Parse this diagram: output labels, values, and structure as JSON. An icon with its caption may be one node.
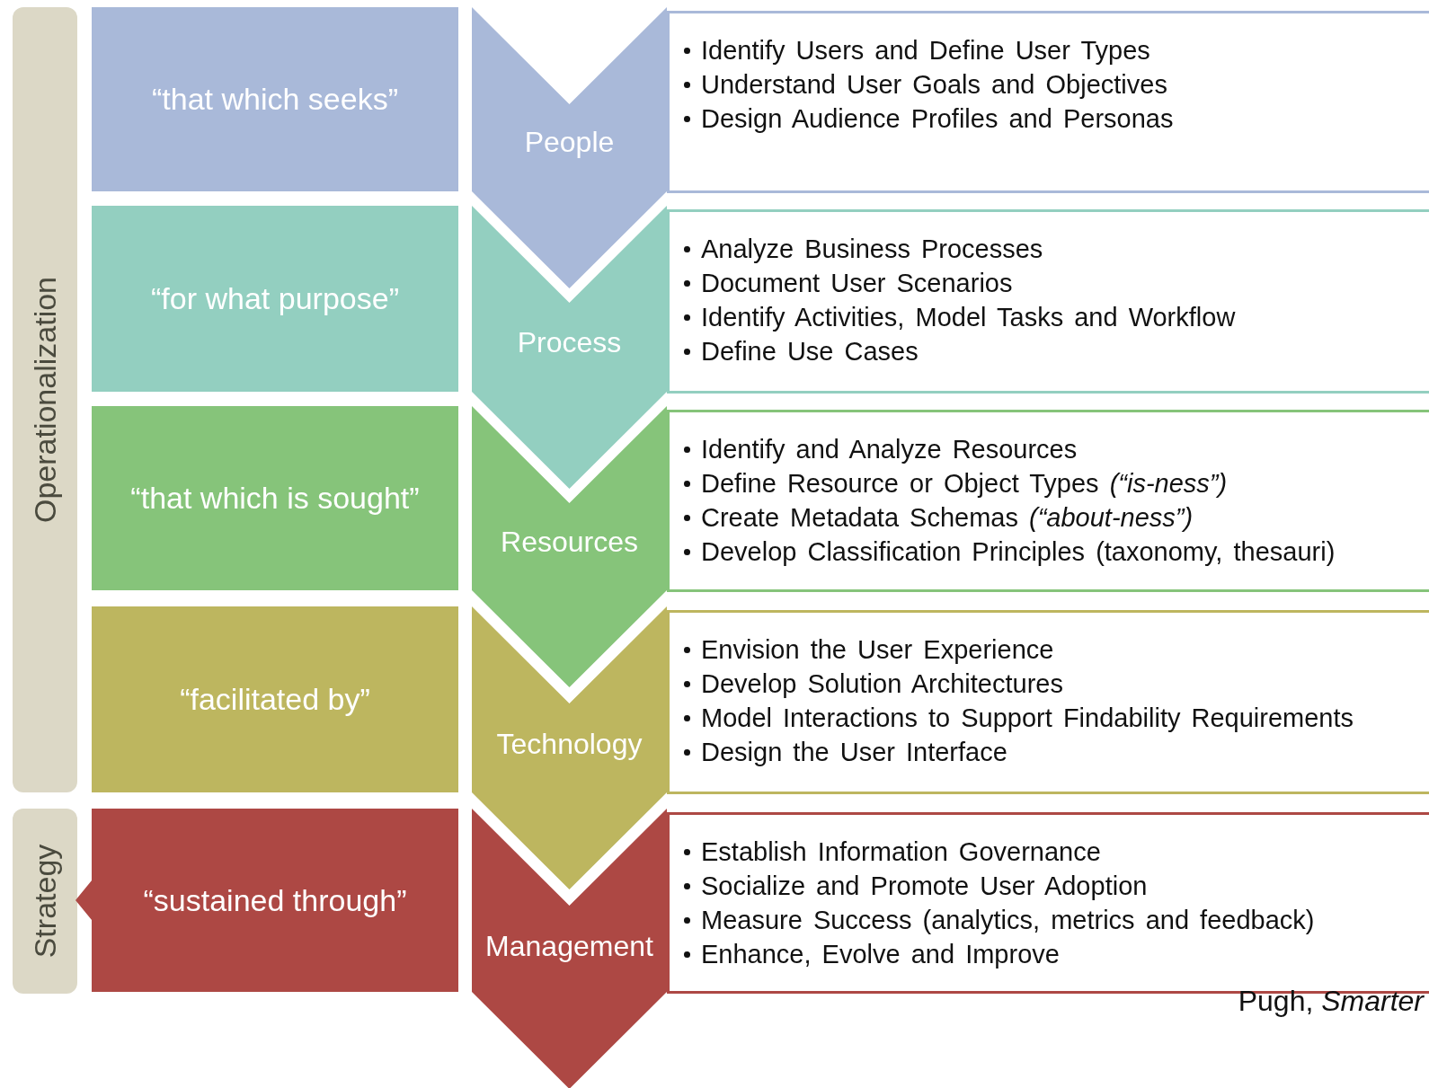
{
  "diagram": {
    "nodes": [
      {
        "text": [
          "Operationalization"
        ]
      },
      {
        "text": [
          "Strategy"
        ]
      },
      {
        "text": [
          "“that which seeks”"
        ]
      },
      {
        "text": [
          "People"
        ]
      },
      {
        "text": [
          "Identify Users and Define User Types",
          "Understand User Goals and Objectives",
          "Design Audience Profiles and Personas"
        ]
      },
      {
        "text": [
          "“for what purpose”"
        ]
      },
      {
        "text": [
          "Process"
        ]
      },
      {
        "text": [
          "Analyze Business Processes",
          "Document User Scenarios",
          "Identify Activities, Model Tasks and Workflow",
          "Define Use Cases"
        ]
      },
      {
        "text": [
          "“that which is sought”"
        ]
      },
      {
        "text": [
          "Resources"
        ]
      },
      {
        "text": [
          "Identify and Analyze Resources",
          "Define Resource or Object Types *(“is-ness”)*",
          "Create Metadata Schemas *(“about-ness”)*",
          "Develop Classification Principles (taxonomy, thesauri)"
        ]
      },
      {
        "text": [
          "“facilitated by”"
        ]
      },
      {
        "text": [
          "Technology"
        ]
      },
      {
        "text": [
          "Envision the User Experience",
          "Develop Solution Architectures",
          "Model Interactions to Support Findability Requirements",
          "Design the User Interface"
        ]
      },
      {
        "text": [
          "“sustained through”"
        ]
      },
      {
        "text": [
          "Management"
        ]
      },
      {
        "text": [
          "Establish Information Governance",
          "Socialize and Promote User Adoption",
          "Measure Success (analytics, metrics and feedback)",
          "Enhance, Evolve and Improve"
        ]
      }
    ],
    "labels": [
      "Pugh, *Smarter*"
    ]
  }
}
